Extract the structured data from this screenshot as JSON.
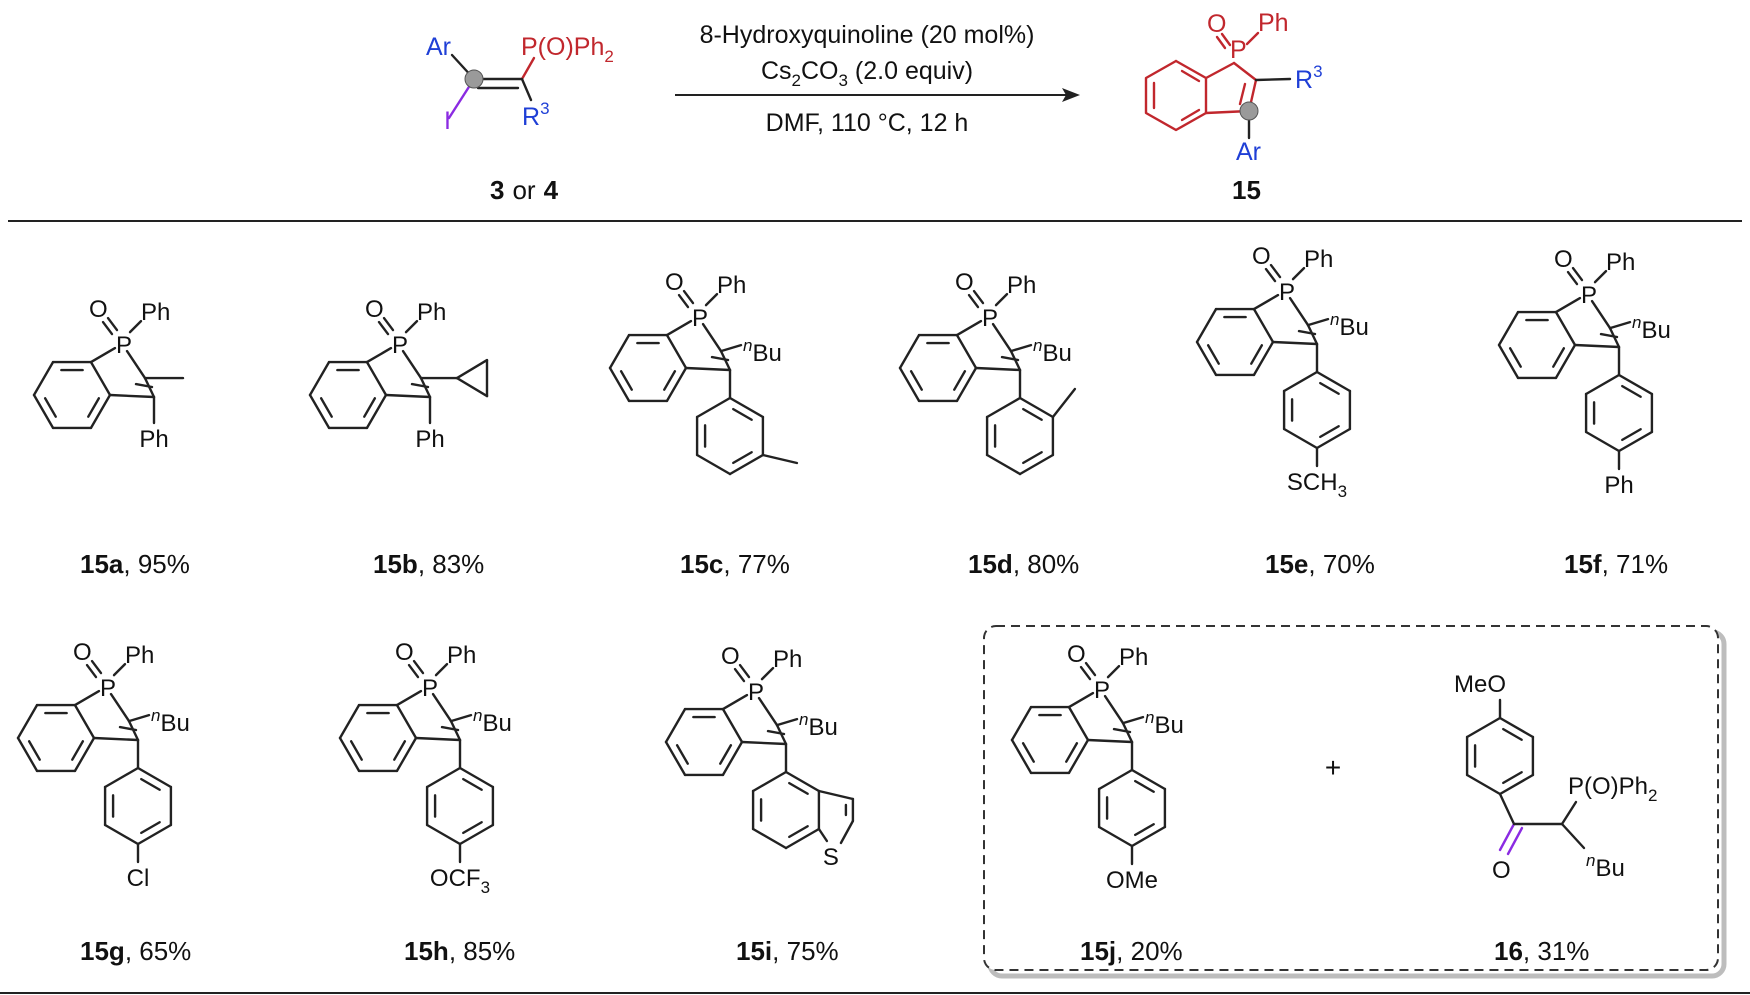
{
  "colors": {
    "ring_red": "#c1272d",
    "aryl_blue": "#1f3fd6",
    "iodide_violet": "#8b2be2",
    "phosphorus_red": "#c1272d",
    "marker_gray": "#9a9a9a"
  },
  "reaction": {
    "reactant": {
      "ar": "Ar",
      "iodo": "I",
      "phos": "P(O)Ph",
      "phos_sub": "2",
      "r3": "R",
      "r3_sup": "3",
      "label_a": "3",
      "label_or": "or",
      "label_b": "4"
    },
    "conditions": {
      "line1": "8-Hydroxyquinoline (20 mol%)",
      "line2_a": "Cs",
      "line2_sub1": "2",
      "line2_b": "CO",
      "line2_sub2": "3",
      "line2_c": " (2.0 equiv)",
      "line3": "DMF,  110 °C, 12 h"
    },
    "product": {
      "o": "O",
      "p": "P",
      "ph": "Ph",
      "r3": "R",
      "r3_sup": "3",
      "ar": "Ar",
      "label": "15"
    }
  },
  "compounds": [
    {
      "id": "15a",
      "yield": ", 95%",
      "r2": "methyl",
      "aryl": "Ph"
    },
    {
      "id": "15b",
      "yield": ", 83%",
      "r2": "cyclopropyl",
      "aryl": "Ph"
    },
    {
      "id": "15c",
      "yield": ", 77%",
      "r2": "nBu",
      "aryl": "3-methylphenyl"
    },
    {
      "id": "15d",
      "yield": ", 80%",
      "r2": "nBu",
      "aryl": "2-methylphenyl"
    },
    {
      "id": "15e",
      "yield": ", 70%",
      "r2": "nBu",
      "aryl": "4-(methylthio)phenyl",
      "para": "SCH",
      "para_sub": "3"
    },
    {
      "id": "15f",
      "yield": ", 71%",
      "r2": "nBu",
      "aryl": "4-biphenyl",
      "para": "Ph"
    },
    {
      "id": "15g",
      "yield": ", 65%",
      "r2": "nBu",
      "aryl": "4-chlorophenyl",
      "para": "Cl"
    },
    {
      "id": "15h",
      "yield": ", 85%",
      "r2": "nBu",
      "aryl": "4-(trifluoromethoxy)phenyl",
      "para": "OCF",
      "para_sub": "3"
    },
    {
      "id": "15i",
      "yield": ", 75%",
      "r2": "nBu",
      "aryl": "benzothiophen-5-yl",
      "para": "S"
    },
    {
      "id": "15j",
      "yield": ", 20%",
      "r2": "nBu",
      "aryl": "4-methoxyphenyl",
      "para": "OMe"
    },
    {
      "id": "16",
      "yield": ", 31%",
      "top": "MeO",
      "phos": "P(O)Ph",
      "phos_sub": "2",
      "o": "O",
      "nbu_sup": "n",
      "nbu": "Bu"
    }
  ],
  "atoms": {
    "o": "O",
    "p": "P",
    "ph": "Ph",
    "nbu_sup": "n",
    "nbu": "Bu"
  },
  "plus": "+"
}
